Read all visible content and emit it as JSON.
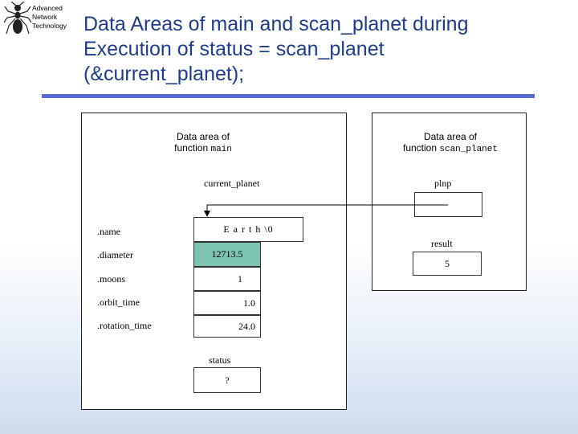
{
  "logo": {
    "lines": [
      "Advanced",
      "Network",
      "Technology"
    ]
  },
  "title": {
    "lines": [
      "Data Areas of main and scan_planet during",
      "Execution of status = scan_planet",
      "(&current_planet);"
    ]
  },
  "main_panel": {
    "header_line1": "Data area of",
    "header_prefix": "function",
    "header_func": "main",
    "var_label": "current_planet",
    "fields": [
      {
        "label": ".name",
        "value": "E a r t h \\0",
        "highlight": false
      },
      {
        "label": ".diameter",
        "value": "12713.5",
        "highlight": true
      },
      {
        "label": ".moons",
        "value": "1",
        "highlight": false
      },
      {
        "label": ".orbit_time",
        "value": "1.0",
        "highlight": false
      },
      {
        "label": ".rotation_time",
        "value": "24.0",
        "highlight": false
      }
    ],
    "status_label": "status",
    "status_value": "?"
  },
  "scan_panel": {
    "header_line1": "Data area of",
    "header_prefix": "function",
    "header_func": "scan_planet",
    "param_label": "plnp",
    "result_label": "result",
    "result_value": "5"
  },
  "colors": {
    "title": "#1f3c8f",
    "rule": "#5b6bd6",
    "highlight": "#7cc3b2"
  }
}
